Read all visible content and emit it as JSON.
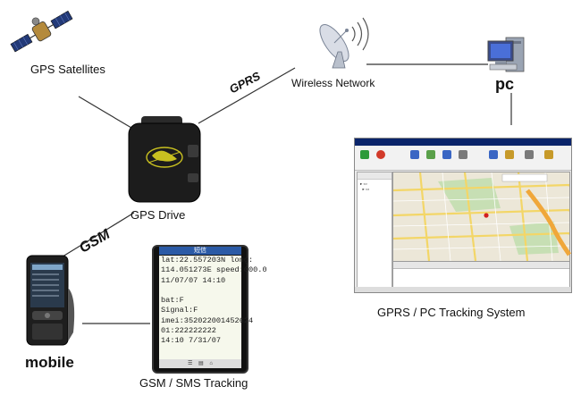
{
  "nodes": {
    "satellites": "GPS Satellites",
    "wireless": "Wireless Network",
    "pc": "pc",
    "gps_drive": "GPS Drive",
    "mobile": "mobile",
    "sms": "GSM / SMS Tracking",
    "pc_system": "GPRS / PC Tracking System"
  },
  "connectors": {
    "gprs": "GPRS",
    "gsm": "GSM"
  },
  "sms_screen": {
    "header": "短信",
    "lines": [
      "lat:22.557203N long:",
      "114.051273E speed:000.0",
      "11/07/07 14:10",
      "",
      "bat:F",
      "Signal:F",
      "imei:352022001452624",
      "01:222222222",
      "14:10 7/31/07"
    ]
  },
  "icons": {
    "satellite": "satellite-icon",
    "antenna": "satellite-dish-icon",
    "computer": "computer-icon",
    "tracker": "gps-tracker-device",
    "phone": "mobile-phone"
  },
  "colors": {
    "line": "#333333",
    "map_road": "#f3d667",
    "map_highway": "#f0a73a",
    "map_park": "#c7dfb4"
  }
}
